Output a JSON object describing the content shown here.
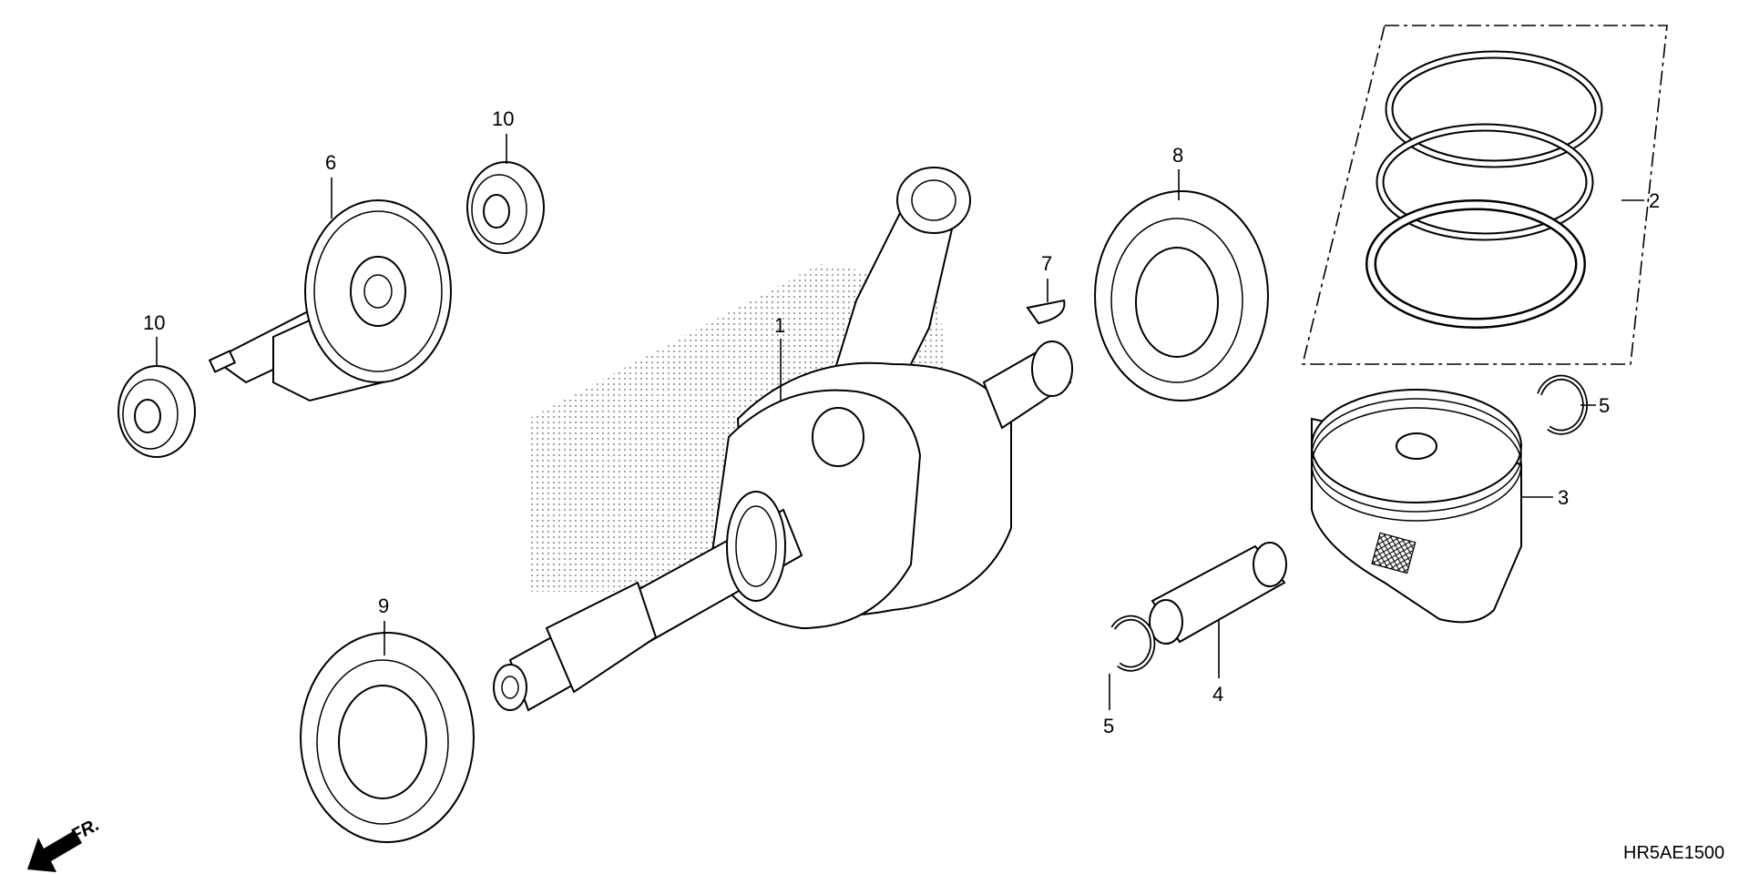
{
  "diagram": {
    "code": "HR5AE1500",
    "front_marker": "FR.",
    "callouts": [
      "1",
      "2",
      "3",
      "4",
      "5",
      "5",
      "6",
      "7",
      "8",
      "9",
      "10",
      "10"
    ]
  }
}
